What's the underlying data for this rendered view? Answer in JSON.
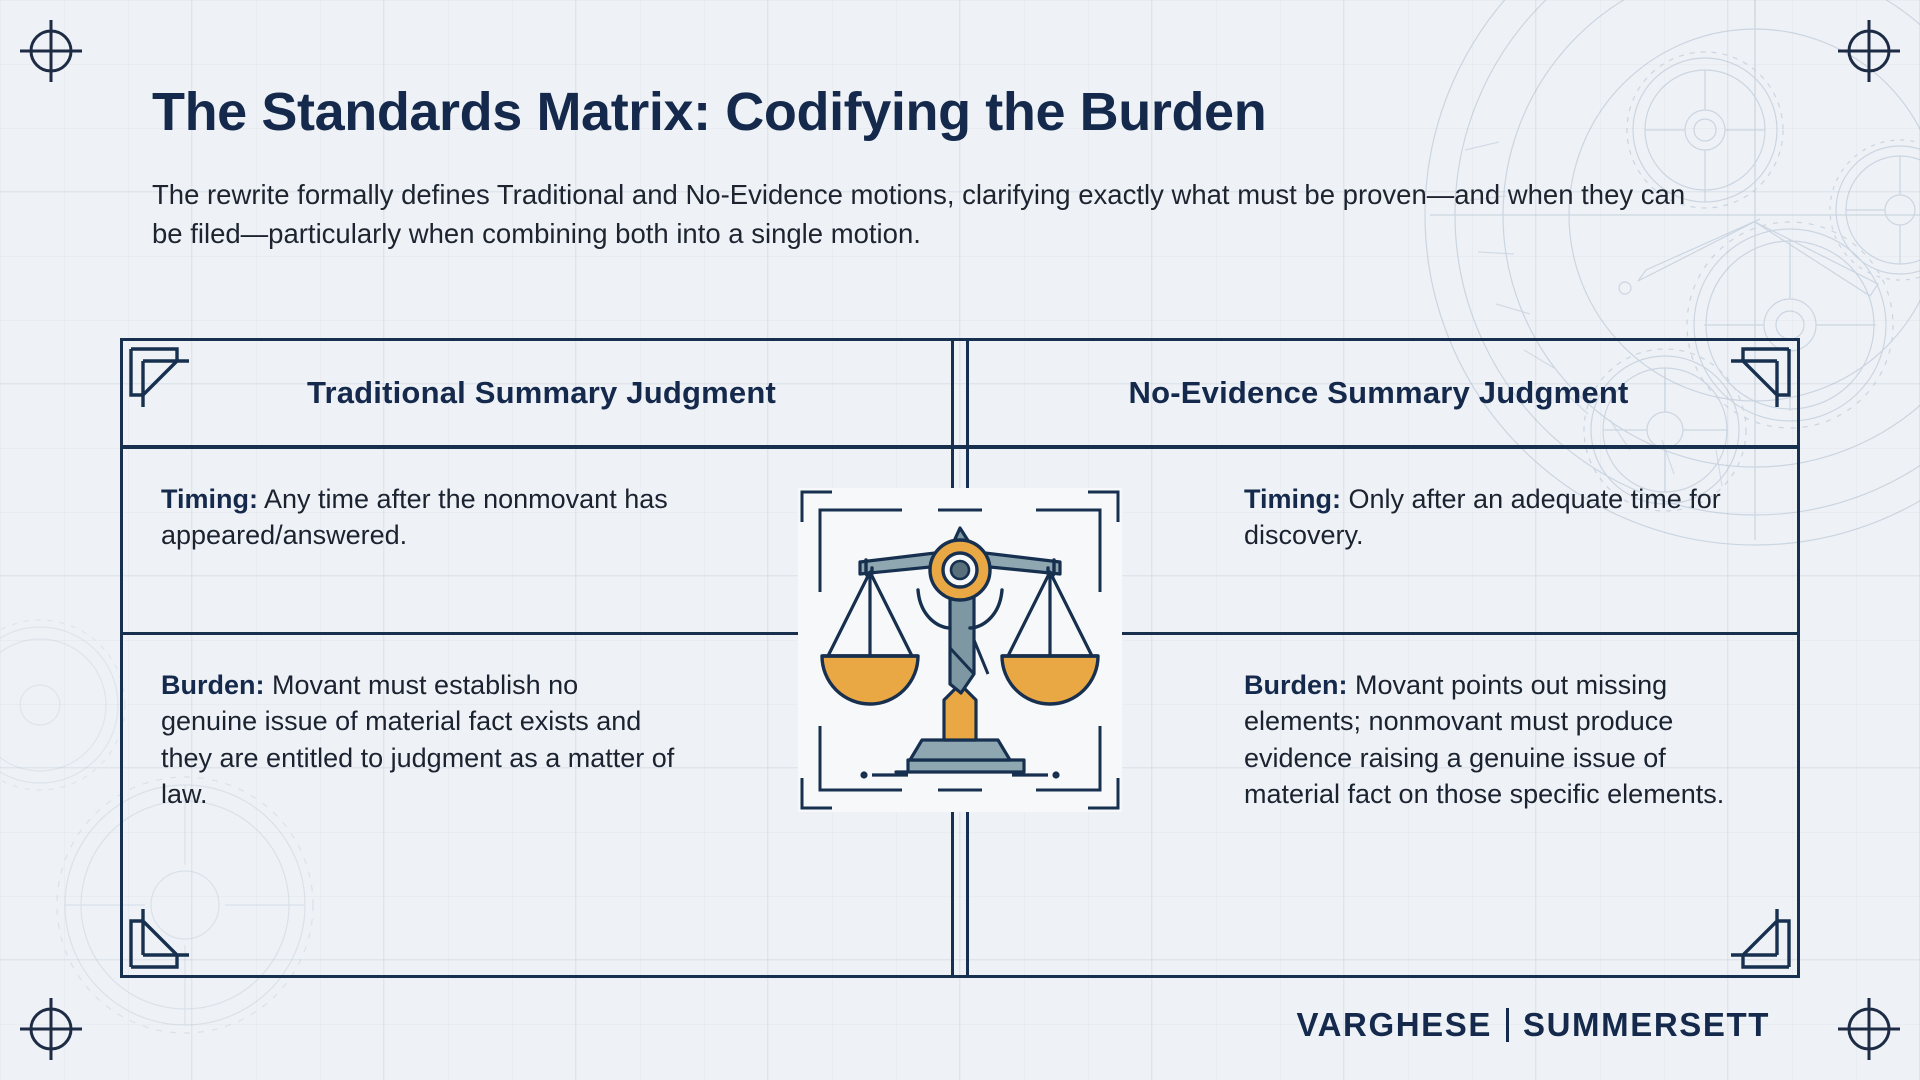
{
  "header": {
    "title": "The Standards Matrix: Codifying the Burden",
    "subtitle": "The rewrite formally defines Traditional and No-Evidence motions, clarifying exactly what must be proven—and when they can be filed—particularly when combining both into a single motion."
  },
  "matrix": {
    "columns": [
      "Traditional Summary Judgment",
      "No-Evidence Summary Judgment"
    ],
    "rows": [
      {
        "label": "Timing:",
        "left_label": "Timing:",
        "left_text": " Any time after the nonmovant has appeared/answered.",
        "right_label": "Timing:",
        "right_text": " Only after an adequate time for discovery."
      },
      {
        "label": "Burden:",
        "left_label": "Burden:",
        "left_text": " Movant must establish no genuine issue of material fact exists and they are entitled to judgment as a matter of law.",
        "right_label": "Burden:",
        "right_text": " Movant points out missing elements; nonmovant must produce evidence raising a genuine issue of material fact on those specific elements."
      }
    ]
  },
  "emblem": {
    "icon_name": "scales-of-justice-icon"
  },
  "logo": {
    "primary": "VARGHESE",
    "secondary": "SUMMERSETT"
  },
  "colors": {
    "navy": "#14294b",
    "outline": "#17304f",
    "gold": "#eaa844",
    "steel": "#8aa3ab",
    "background": "#eef2f6",
    "panel": "#f6f8fa"
  }
}
